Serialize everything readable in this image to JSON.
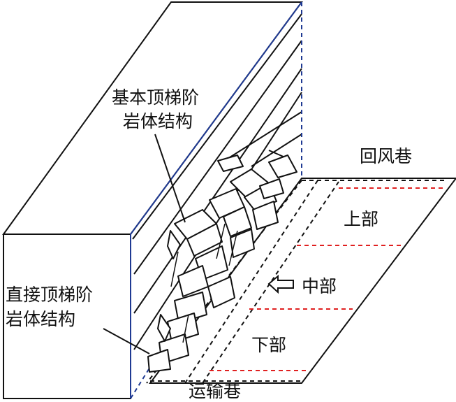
{
  "labels": {
    "upper_structure_line1": "基本顶梯阶",
    "upper_structure_line2": "岩体结构",
    "lower_structure_line1": "直接顶梯阶",
    "lower_structure_line2": "岩体结构",
    "return_roadway": "回风巷",
    "haulage_roadway": "运输巷",
    "upper_part": "上部",
    "middle_part": "中部",
    "lower_part": "下部"
  },
  "colors": {
    "outline": "#111111",
    "edge_blue": "#1f3a93",
    "section_red": "#e02020",
    "background": "#ffffff"
  }
}
